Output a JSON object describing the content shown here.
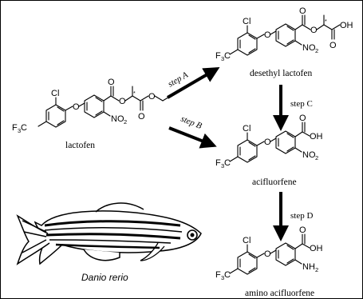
{
  "compounds": {
    "lactofen": "lactofen",
    "desethyl": "desethyl lactofen",
    "acifluorfene": "acifluorfene",
    "amino": "amino acifluorfene"
  },
  "steps": {
    "a": "step A",
    "b": "step B",
    "c": "step C",
    "d": "step D"
  },
  "atoms": {
    "cl": "Cl",
    "o": "O",
    "f": "F",
    "c": "C",
    "oh": "OH",
    "n": "N",
    "h": "H",
    "two": "2",
    "three": "3",
    "chiral": "*"
  },
  "organism": {
    "name": "Danio rerio",
    "icon": "zebrafish"
  }
}
